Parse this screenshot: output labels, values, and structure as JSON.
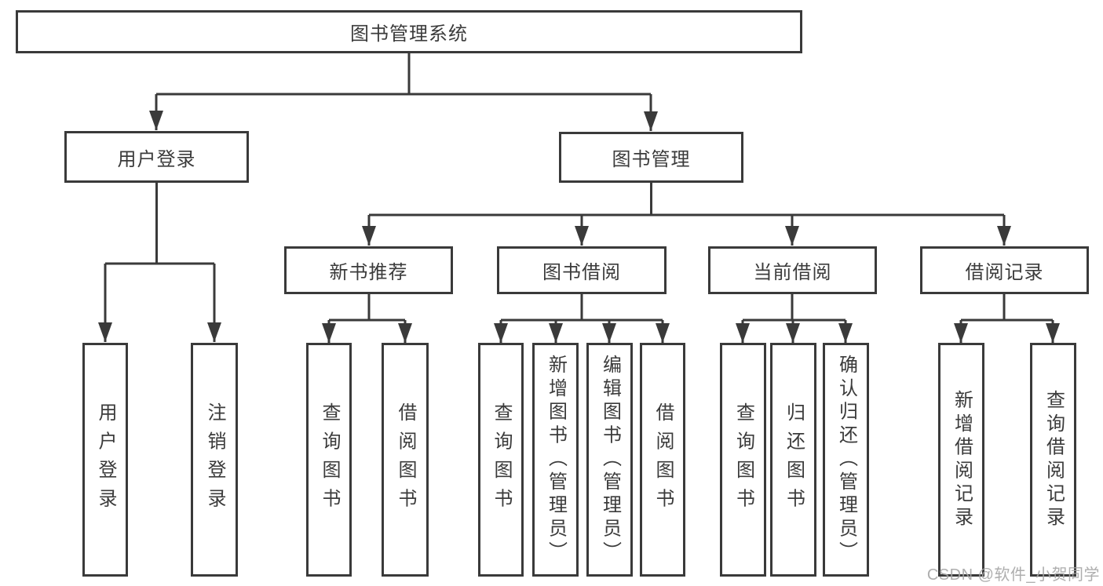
{
  "diagram_title": "图书管理系统",
  "colors": {
    "line": "#3a3a3a",
    "text": "#3b3b3b",
    "background": "#ffffff",
    "watermark": "#a5a5a5"
  },
  "nodes": {
    "root": "图书管理系统",
    "level2": {
      "user_login": "用户登录",
      "book_management": "图书管理"
    },
    "level3": {
      "new_book_recommend": "新书推荐",
      "book_borrow": "图书借阅",
      "current_borrow": "当前借阅",
      "borrow_records": "借阅记录"
    },
    "leaves": {
      "login": [
        "用户登录",
        "注销登录"
      ],
      "recommend": [
        "查询图书",
        "借阅图书"
      ],
      "borrow": [
        "查询图书",
        "新增图书（管理员）",
        "编辑图书（管理员）",
        "借阅图书"
      ],
      "current": [
        "查询图书",
        "归还图书",
        "确认归还（管理员）"
      ],
      "records": [
        "新增借阅记录",
        "查询借阅记录"
      ]
    }
  },
  "watermark": "CSDN @软件_小贺同学"
}
